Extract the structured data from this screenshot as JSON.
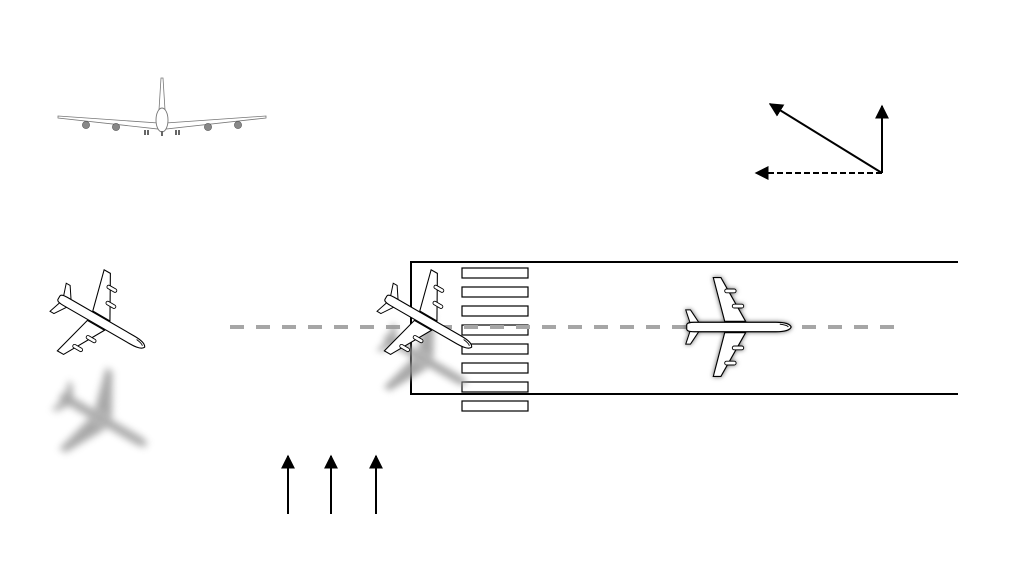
{
  "diagram": {
    "colors": {
      "background": "#ffffff",
      "stroke": "#000000",
      "centerline": "#a6a6a6",
      "shadow": "#9a9a9a",
      "aircraft_fill": "#ffffff",
      "engine_fill": "#888888"
    },
    "icons": {
      "aircraft_front": "four-engine-jet-front-view",
      "aircraft_top": "four-engine-jet-top-view",
      "vector_diagram": "crosswind-vector-arrows",
      "wind_arrows": "wind-direction-arrows"
    },
    "runway": {
      "threshold_bars_count": 8,
      "centerline_dashes": true
    },
    "aircraft": {
      "approach_heading_deg": 30,
      "final_heading_deg": 0
    },
    "wind": {
      "arrow_count": 3,
      "direction": "from-bottom"
    },
    "vector": {
      "resultant_angle_deg": 30,
      "components": [
        "vertical",
        "horizontal-dashed"
      ]
    }
  }
}
